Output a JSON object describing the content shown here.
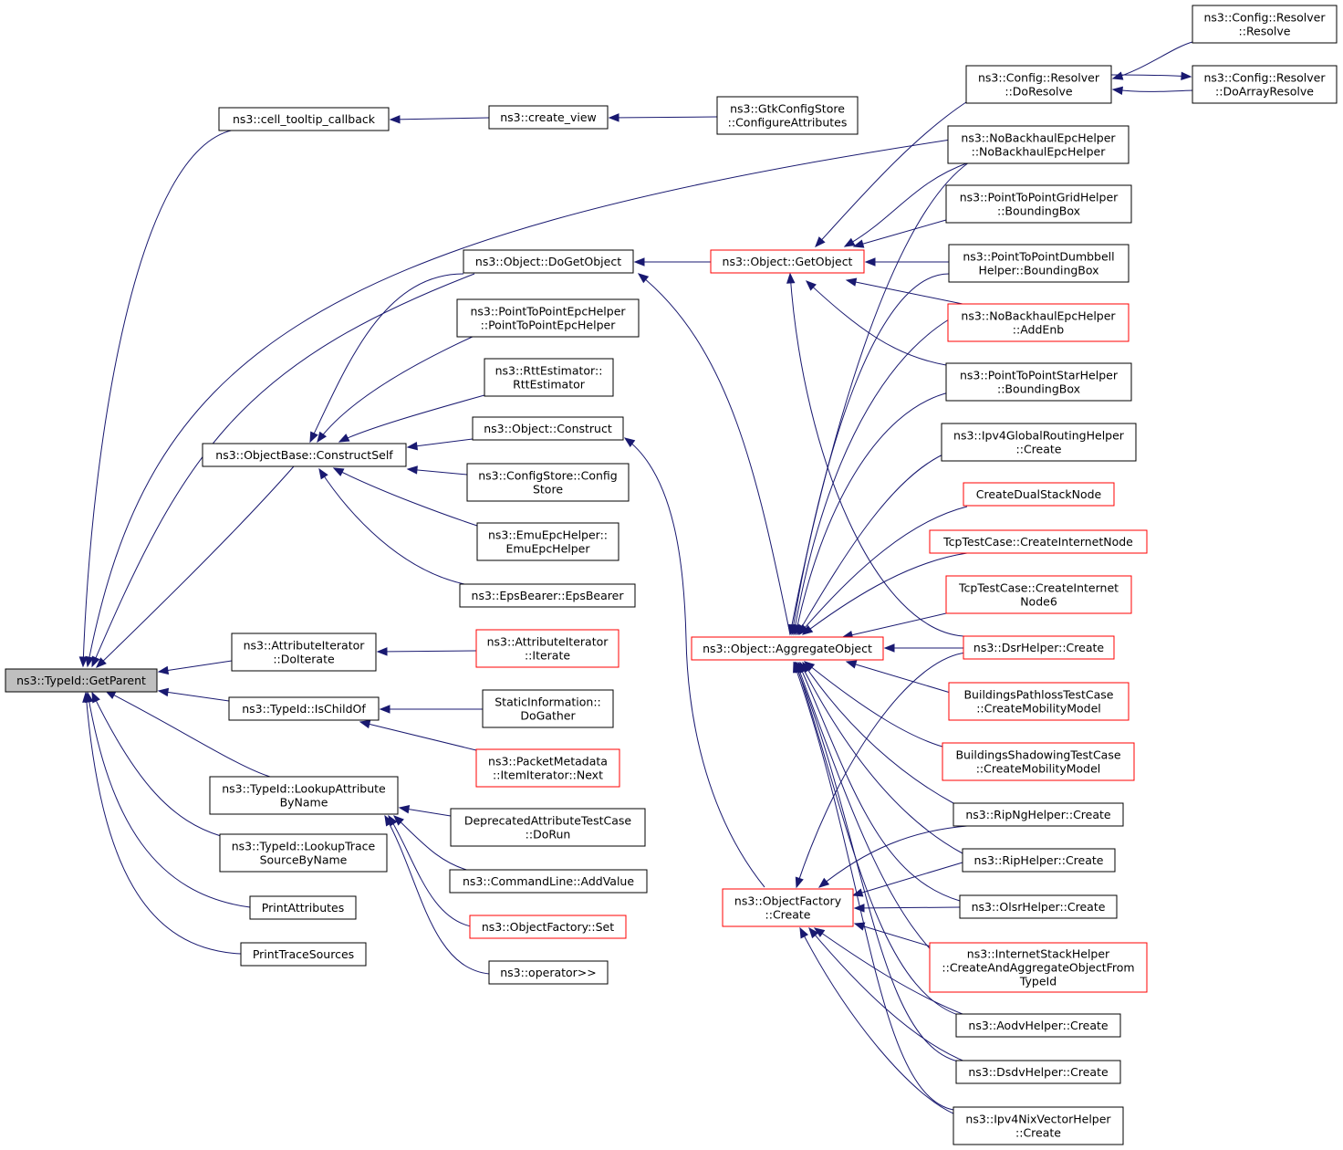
{
  "nodes": {
    "root": {
      "lines": [
        "ns3::TypeId::GetParent"
      ],
      "highlight": true
    },
    "cell_tooltip": {
      "lines": [
        "ns3::cell_tooltip_callback"
      ]
    },
    "create_view": {
      "lines": [
        "ns3::create_view"
      ]
    },
    "gtk_config": {
      "lines": [
        "ns3::GtkConfigStore",
        "::ConfigureAttributes"
      ]
    },
    "resolver_resolve": {
      "lines": [
        "ns3::Config::Resolver",
        "::Resolve"
      ]
    },
    "resolver_doresolve": {
      "lines": [
        "ns3::Config::Resolver",
        "::DoResolve"
      ]
    },
    "resolver_doarray": {
      "lines": [
        "ns3::Config::Resolver",
        "::DoArrayResolve"
      ]
    },
    "nobackhaul_ctor": {
      "lines": [
        "ns3::NoBackhaulEpcHelper",
        "::NoBackhaulEpcHelper"
      ]
    },
    "grid_bbox": {
      "lines": [
        "ns3::PointToPointGridHelper",
        "::BoundingBox"
      ]
    },
    "dumbbell_bbox": {
      "lines": [
        "ns3::PointToPointDumbbell",
        "Helper::BoundingBox"
      ]
    },
    "nobackhaul_addenb": {
      "lines": [
        "ns3::NoBackhaulEpcHelper",
        "::AddEnb"
      ],
      "red": true
    },
    "star_bbox": {
      "lines": [
        "ns3::PointToPointStarHelper",
        "::BoundingBox"
      ]
    },
    "ipv4global_create": {
      "lines": [
        "ns3::Ipv4GlobalRoutingHelper",
        "::Create"
      ]
    },
    "dualstack": {
      "lines": [
        "CreateDualStackNode"
      ],
      "red": true
    },
    "tcp_internet": {
      "lines": [
        "TcpTestCase::CreateInternetNode"
      ],
      "red": true
    },
    "tcp_internet6": {
      "lines": [
        "TcpTestCase::CreateInternet",
        "Node6"
      ],
      "red": true
    },
    "dsr_create": {
      "lines": [
        "ns3::DsrHelper::Create"
      ],
      "red": true
    },
    "pathloss": {
      "lines": [
        "BuildingsPathlossTestCase",
        "::CreateMobilityModel"
      ],
      "red": true
    },
    "shadowing": {
      "lines": [
        "BuildingsShadowingTestCase",
        "::CreateMobilityModel"
      ],
      "red": true
    },
    "ripng": {
      "lines": [
        "ns3::RipNgHelper::Create"
      ]
    },
    "rip": {
      "lines": [
        "ns3::RipHelper::Create"
      ]
    },
    "olsr": {
      "lines": [
        "ns3::OlsrHelper::Create"
      ]
    },
    "internetstack": {
      "lines": [
        "ns3::InternetStackHelper",
        "::CreateAndAggregateObjectFrom",
        "TypeId"
      ],
      "red": true
    },
    "aodv": {
      "lines": [
        "ns3::AodvHelper::Create"
      ]
    },
    "dsdv": {
      "lines": [
        "ns3::DsdvHelper::Create"
      ]
    },
    "nixvector": {
      "lines": [
        "ns3::Ipv4NixVectorHelper",
        "::Create"
      ]
    },
    "getobject": {
      "lines": [
        "ns3::Object::GetObject"
      ],
      "red": true
    },
    "dogetobject": {
      "lines": [
        "ns3::Object::DoGetObject"
      ]
    },
    "p2pepc": {
      "lines": [
        "ns3::PointToPointEpcHelper",
        "::PointToPointEpcHelper"
      ]
    },
    "rtt": {
      "lines": [
        "ns3::RttEstimator::",
        "RttEstimator"
      ]
    },
    "construct": {
      "lines": [
        "ns3::Object::Construct"
      ]
    },
    "constructself": {
      "lines": [
        "ns3::ObjectBase::ConstructSelf"
      ]
    },
    "configstore": {
      "lines": [
        "ns3::ConfigStore::Config",
        "Store"
      ]
    },
    "emuepc": {
      "lines": [
        "ns3::EmuEpcHelper::",
        "EmuEpcHelper"
      ]
    },
    "epsbearer": {
      "lines": [
        "ns3::EpsBearer::EpsBearer"
      ]
    },
    "aggregate": {
      "lines": [
        "ns3::Object::AggregateObject"
      ],
      "red": true
    },
    "factory_create": {
      "lines": [
        "ns3::ObjectFactory",
        "::Create"
      ],
      "red": true
    },
    "attr_doiterate": {
      "lines": [
        "ns3::AttributeIterator",
        "::DoIterate"
      ]
    },
    "attr_iterate": {
      "lines": [
        "ns3::AttributeIterator",
        "::Iterate"
      ],
      "red": true
    },
    "ischildof": {
      "lines": [
        "ns3::TypeId::IsChildOf"
      ]
    },
    "staticinfo": {
      "lines": [
        "StaticInformation::",
        "DoGather"
      ]
    },
    "packetmeta": {
      "lines": [
        "ns3::PacketMetadata",
        "::ItemIterator::Next"
      ],
      "red": true
    },
    "lookupattr": {
      "lines": [
        "ns3::TypeId::LookupAttribute",
        "ByName"
      ]
    },
    "deprecated": {
      "lines": [
        "DeprecatedAttributeTestCase",
        "::DoRun"
      ]
    },
    "addvalue": {
      "lines": [
        "ns3::CommandLine::AddValue"
      ]
    },
    "factory_set": {
      "lines": [
        "ns3::ObjectFactory::Set"
      ],
      "red": true
    },
    "operator": {
      "lines": [
        "ns3::operator>>"
      ]
    },
    "lookuptrace": {
      "lines": [
        "ns3::TypeId::LookupTrace",
        "SourceByName"
      ]
    },
    "printattrs": {
      "lines": [
        "PrintAttributes"
      ]
    },
    "printtrace": {
      "lines": [
        "PrintTraceSources"
      ]
    }
  },
  "edge_color": "#191970",
  "node_border_default": "#000000",
  "node_border_undocumented": "#ff0000",
  "root_fill": "#bfbfbf"
}
